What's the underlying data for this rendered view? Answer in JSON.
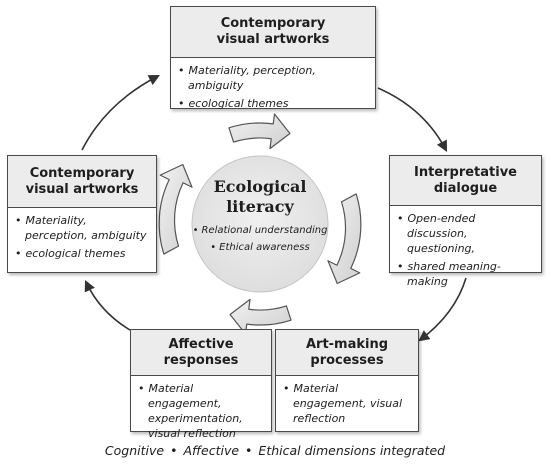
{
  "colors": {
    "border": "#4a4a4a",
    "header_bg": "#ececec",
    "arrow": "#333333",
    "center_fill": "#e4e4e4",
    "ring_fill": "#dcdcdc"
  },
  "top": {
    "title_line1": "Contemporary",
    "title_line2": "visual artworks",
    "items": [
      "Materiality, perception, ambiguity",
      "ecological themes"
    ]
  },
  "left": {
    "title_line1": "Contemporary",
    "title_line2": "visual artworks",
    "items": [
      "Materiality, perception, ambiguity",
      "ecological themes"
    ]
  },
  "right": {
    "title_line1": "Interpretative",
    "title_line2": "dialogue",
    "items": [
      "Open-ended discussion, questioning,",
      "shared meaning-making"
    ]
  },
  "bottom_right": {
    "title_line1": "Art-making",
    "title_line2": "processes",
    "items": [
      "Material engagement, visual reflection"
    ]
  },
  "bottom_left": {
    "title_line1": "Affective",
    "title_line2": "responses",
    "items": [
      "Material engagement, experimentation, visual reflection"
    ]
  },
  "center": {
    "title_line1": "Ecological",
    "title_line2": "literacy",
    "items": [
      "Relational understanding",
      "Ethical awareness"
    ]
  },
  "footer": {
    "part1": "Cognitive",
    "part2": "Affective",
    "part3": "Ethical dimensions integrated"
  }
}
